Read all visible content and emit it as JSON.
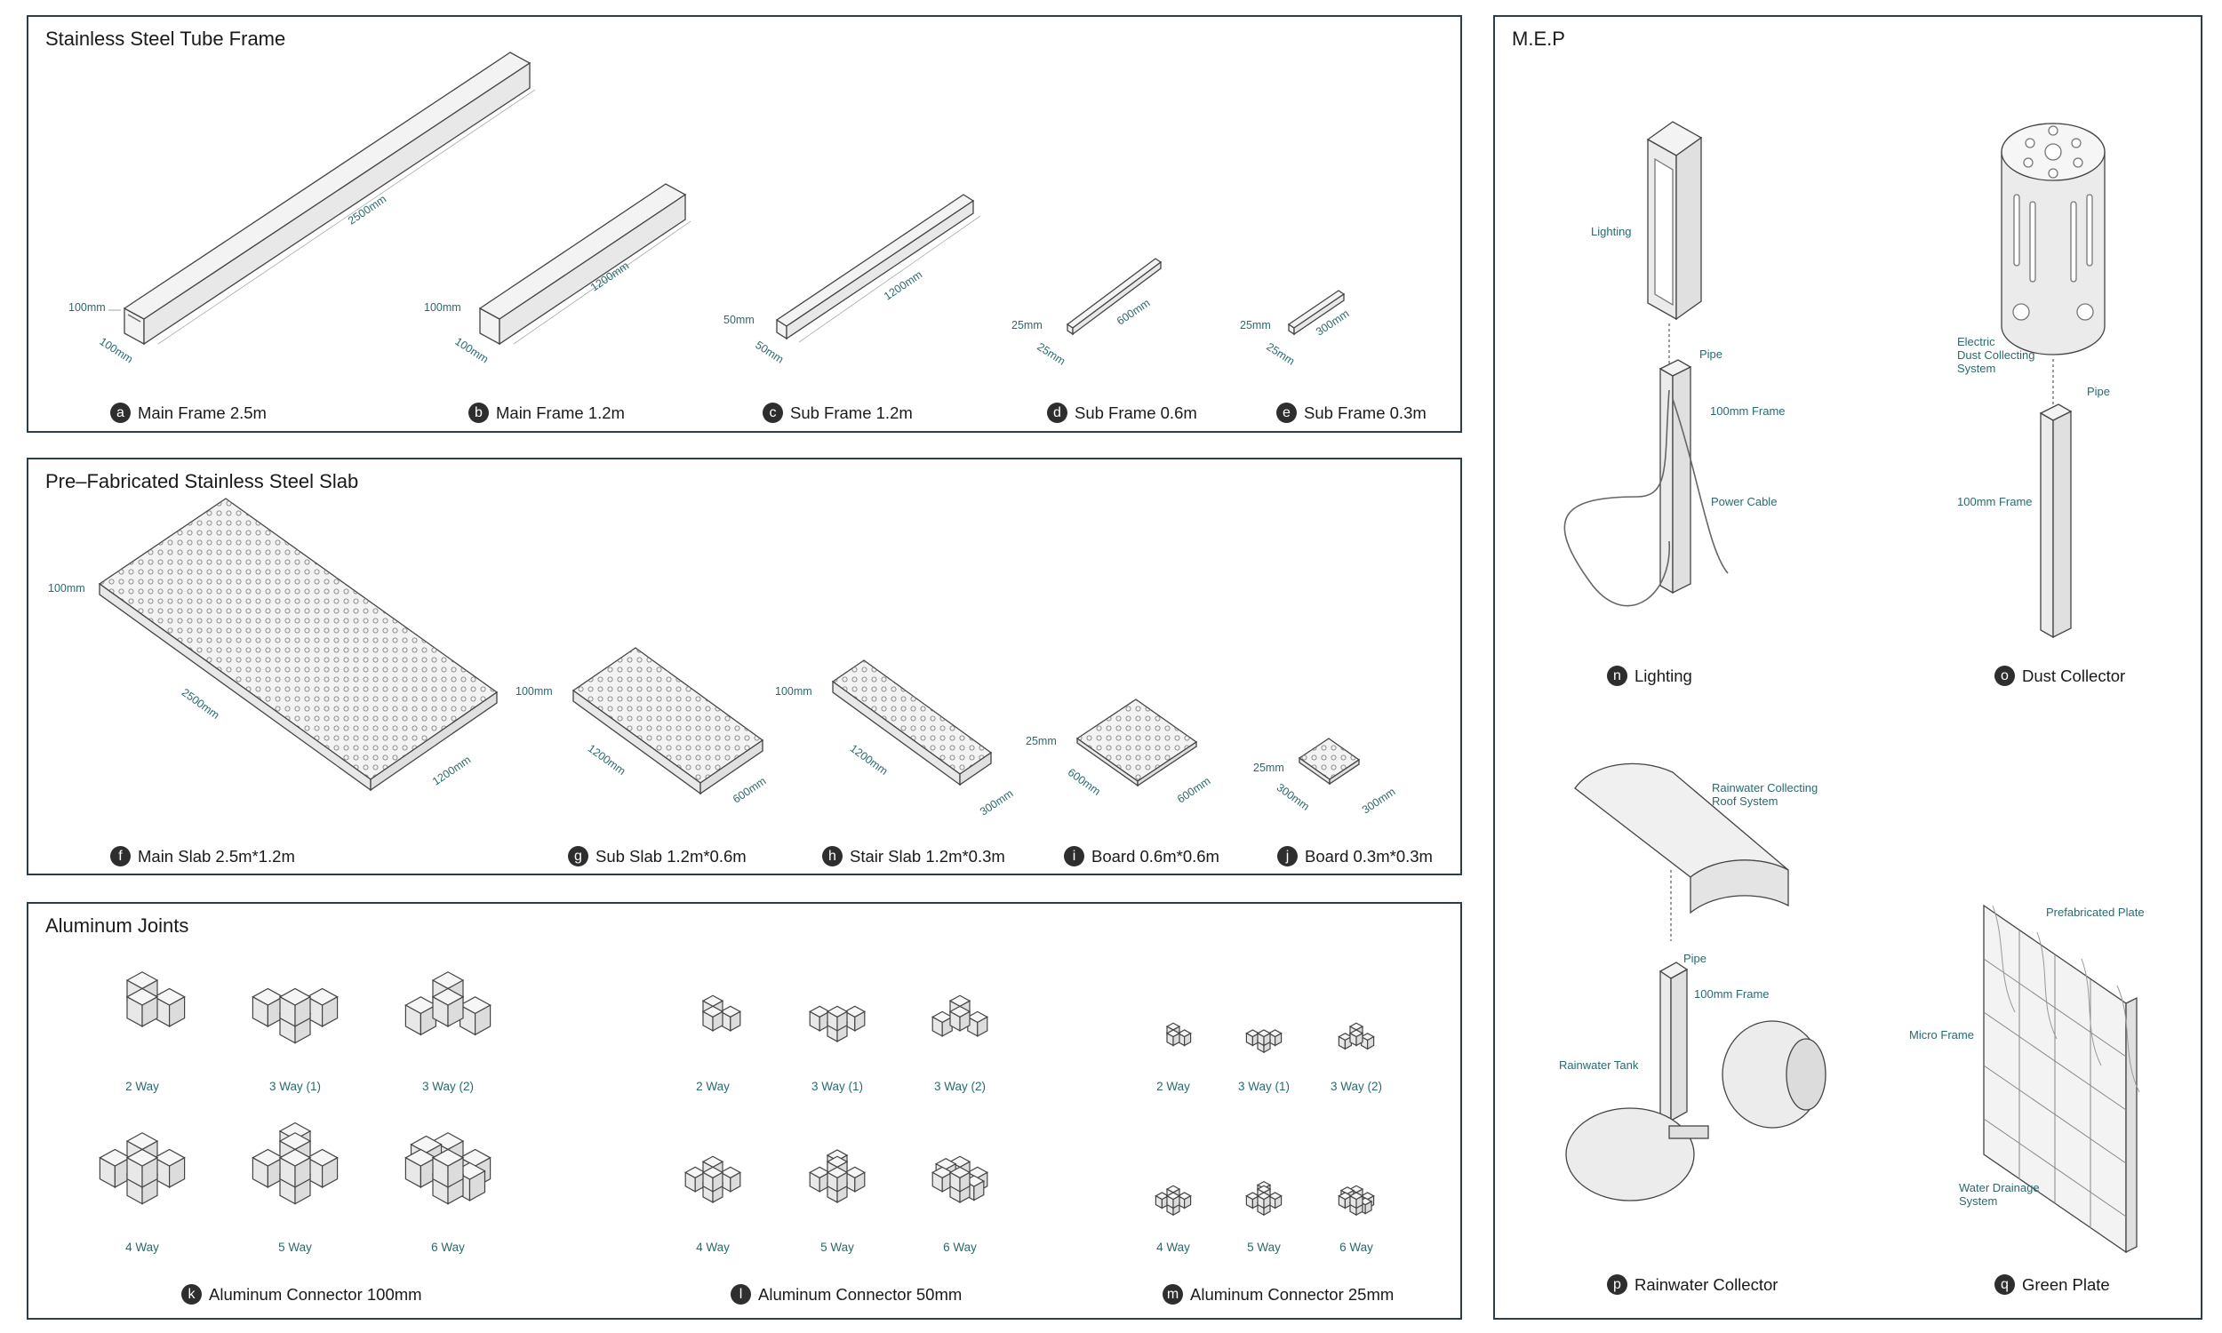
{
  "panels": {
    "tube": {
      "title": "Stainless Steel Tube Frame"
    },
    "slab": {
      "title": "Pre–Fabricated Stainless Steel Slab"
    },
    "joints": {
      "title": "Aluminum Joints"
    },
    "mep": {
      "title": "M.E.P"
    }
  },
  "tube_items": [
    {
      "letter": "a",
      "label": "Main Frame 2.5m",
      "height": "100mm",
      "width": "100mm",
      "length": "2500mm"
    },
    {
      "letter": "b",
      "label": "Main Frame 1.2m",
      "height": "100mm",
      "width": "100mm",
      "length": "1200mm"
    },
    {
      "letter": "c",
      "label": "Sub Frame 1.2m",
      "height": "50mm",
      "width": "50mm",
      "length": "1200mm"
    },
    {
      "letter": "d",
      "label": "Sub Frame 0.6m",
      "height": "25mm",
      "width": "25mm",
      "length": "600mm"
    },
    {
      "letter": "e",
      "label": "Sub Frame 0.3m",
      "height": "25mm",
      "width": "25mm",
      "length": "300mm"
    }
  ],
  "slab_items": [
    {
      "letter": "f",
      "label": "Main Slab 2.5m*1.2m",
      "thickness": "100mm",
      "length": "2500mm",
      "width": "1200mm"
    },
    {
      "letter": "g",
      "label": "Sub Slab 1.2m*0.6m",
      "thickness": "100mm",
      "length": "1200mm",
      "width": "600mm"
    },
    {
      "letter": "h",
      "label": "Stair Slab 1.2m*0.3m",
      "thickness": "100mm",
      "length": "1200mm",
      "width": "300mm"
    },
    {
      "letter": "i",
      "label": "Board 0.6m*0.6m",
      "thickness": "25mm",
      "length": "600mm",
      "width": "600mm"
    },
    {
      "letter": "j",
      "label": "Board 0.3m*0.3m",
      "thickness": "25mm",
      "length": "300mm",
      "width": "300mm"
    }
  ],
  "joint_names": [
    "2 Way",
    "3 Way (1)",
    "3 Way (2)",
    "4 Way",
    "5 Way",
    "6 Way"
  ],
  "joint_groups": [
    {
      "letter": "k",
      "label": "Aluminum Connector 100mm"
    },
    {
      "letter": "l",
      "label": "Aluminum Connector 50mm"
    },
    {
      "letter": "m",
      "label": "Aluminum Connector 25mm"
    }
  ],
  "mep_items": [
    {
      "letter": "n",
      "label": "Lighting",
      "notes": [
        "Lighting",
        "Pipe",
        "100mm Frame",
        "Power Cable"
      ]
    },
    {
      "letter": "o",
      "label": "Dust Collector",
      "notes": [
        "Electric\nDust Collecting\nSystem",
        "Pipe",
        "100mm Frame"
      ]
    },
    {
      "letter": "p",
      "label": "Rainwater Collector",
      "notes": [
        "Rainwater Collecting\nRoof System",
        "Pipe",
        "100mm Frame",
        "Rainwater Tank"
      ]
    },
    {
      "letter": "q",
      "label": "Green Plate",
      "notes": [
        "Prefabricated Plate",
        "Micro Frame",
        "Water Drainage\nSystem"
      ]
    }
  ],
  "colors": {
    "frame": "#2d3e48",
    "line": "#444444",
    "dim": "#2a6a6c",
    "fill": "#f3f3f3"
  }
}
